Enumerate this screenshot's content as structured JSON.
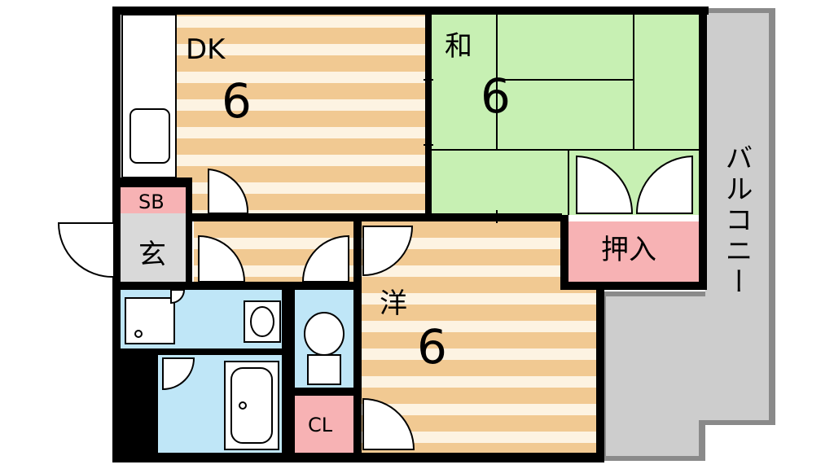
{
  "rooms": {
    "dk": {
      "label": "DK",
      "size": "6"
    },
    "washitsu": {
      "label": "和",
      "size": "6"
    },
    "youshitsu": {
      "label": "洋",
      "size": "6"
    },
    "oshiire": {
      "label": "押入"
    },
    "entrance": {
      "label": "玄"
    },
    "shoe_box": {
      "label": "SB"
    },
    "closet": {
      "label": "CL"
    },
    "balcony": {
      "label": "バルコニー"
    }
  },
  "colors": {
    "wood_a": "#f1c992",
    "wood_b": "#fdf3e2",
    "tatami": "#c7f0b3",
    "wet": "#bfe6f7",
    "storage": "#f7b2b4",
    "balcony": "#cdcdcd",
    "floor_tile": "#d9d9d9",
    "wall": "#000000"
  }
}
